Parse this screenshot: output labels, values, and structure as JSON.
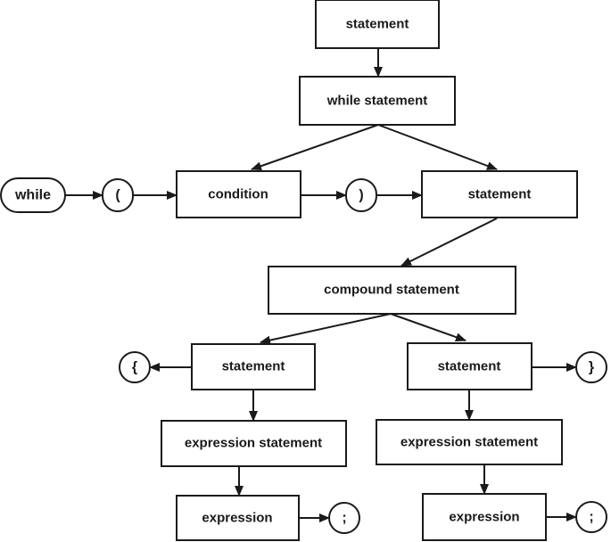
{
  "nodes": {
    "statement_top": "statement",
    "while_statement": "while statement",
    "while_keyword": "while",
    "open_paren": "(",
    "condition": "condition",
    "close_paren": ")",
    "statement_body": "statement",
    "compound_statement": "compound statement",
    "open_brace": "{",
    "statement_left": "statement",
    "statement_right": "statement",
    "close_brace": "}",
    "expression_statement_left": "expression statement",
    "expression_statement_right": "expression statement",
    "expression_left": "expression",
    "semicolon_left": ";",
    "expression_right": "expression",
    "semicolon_right": ";"
  },
  "colors": {
    "stroke": "#1a1a1a",
    "fill": "#ffffff"
  }
}
